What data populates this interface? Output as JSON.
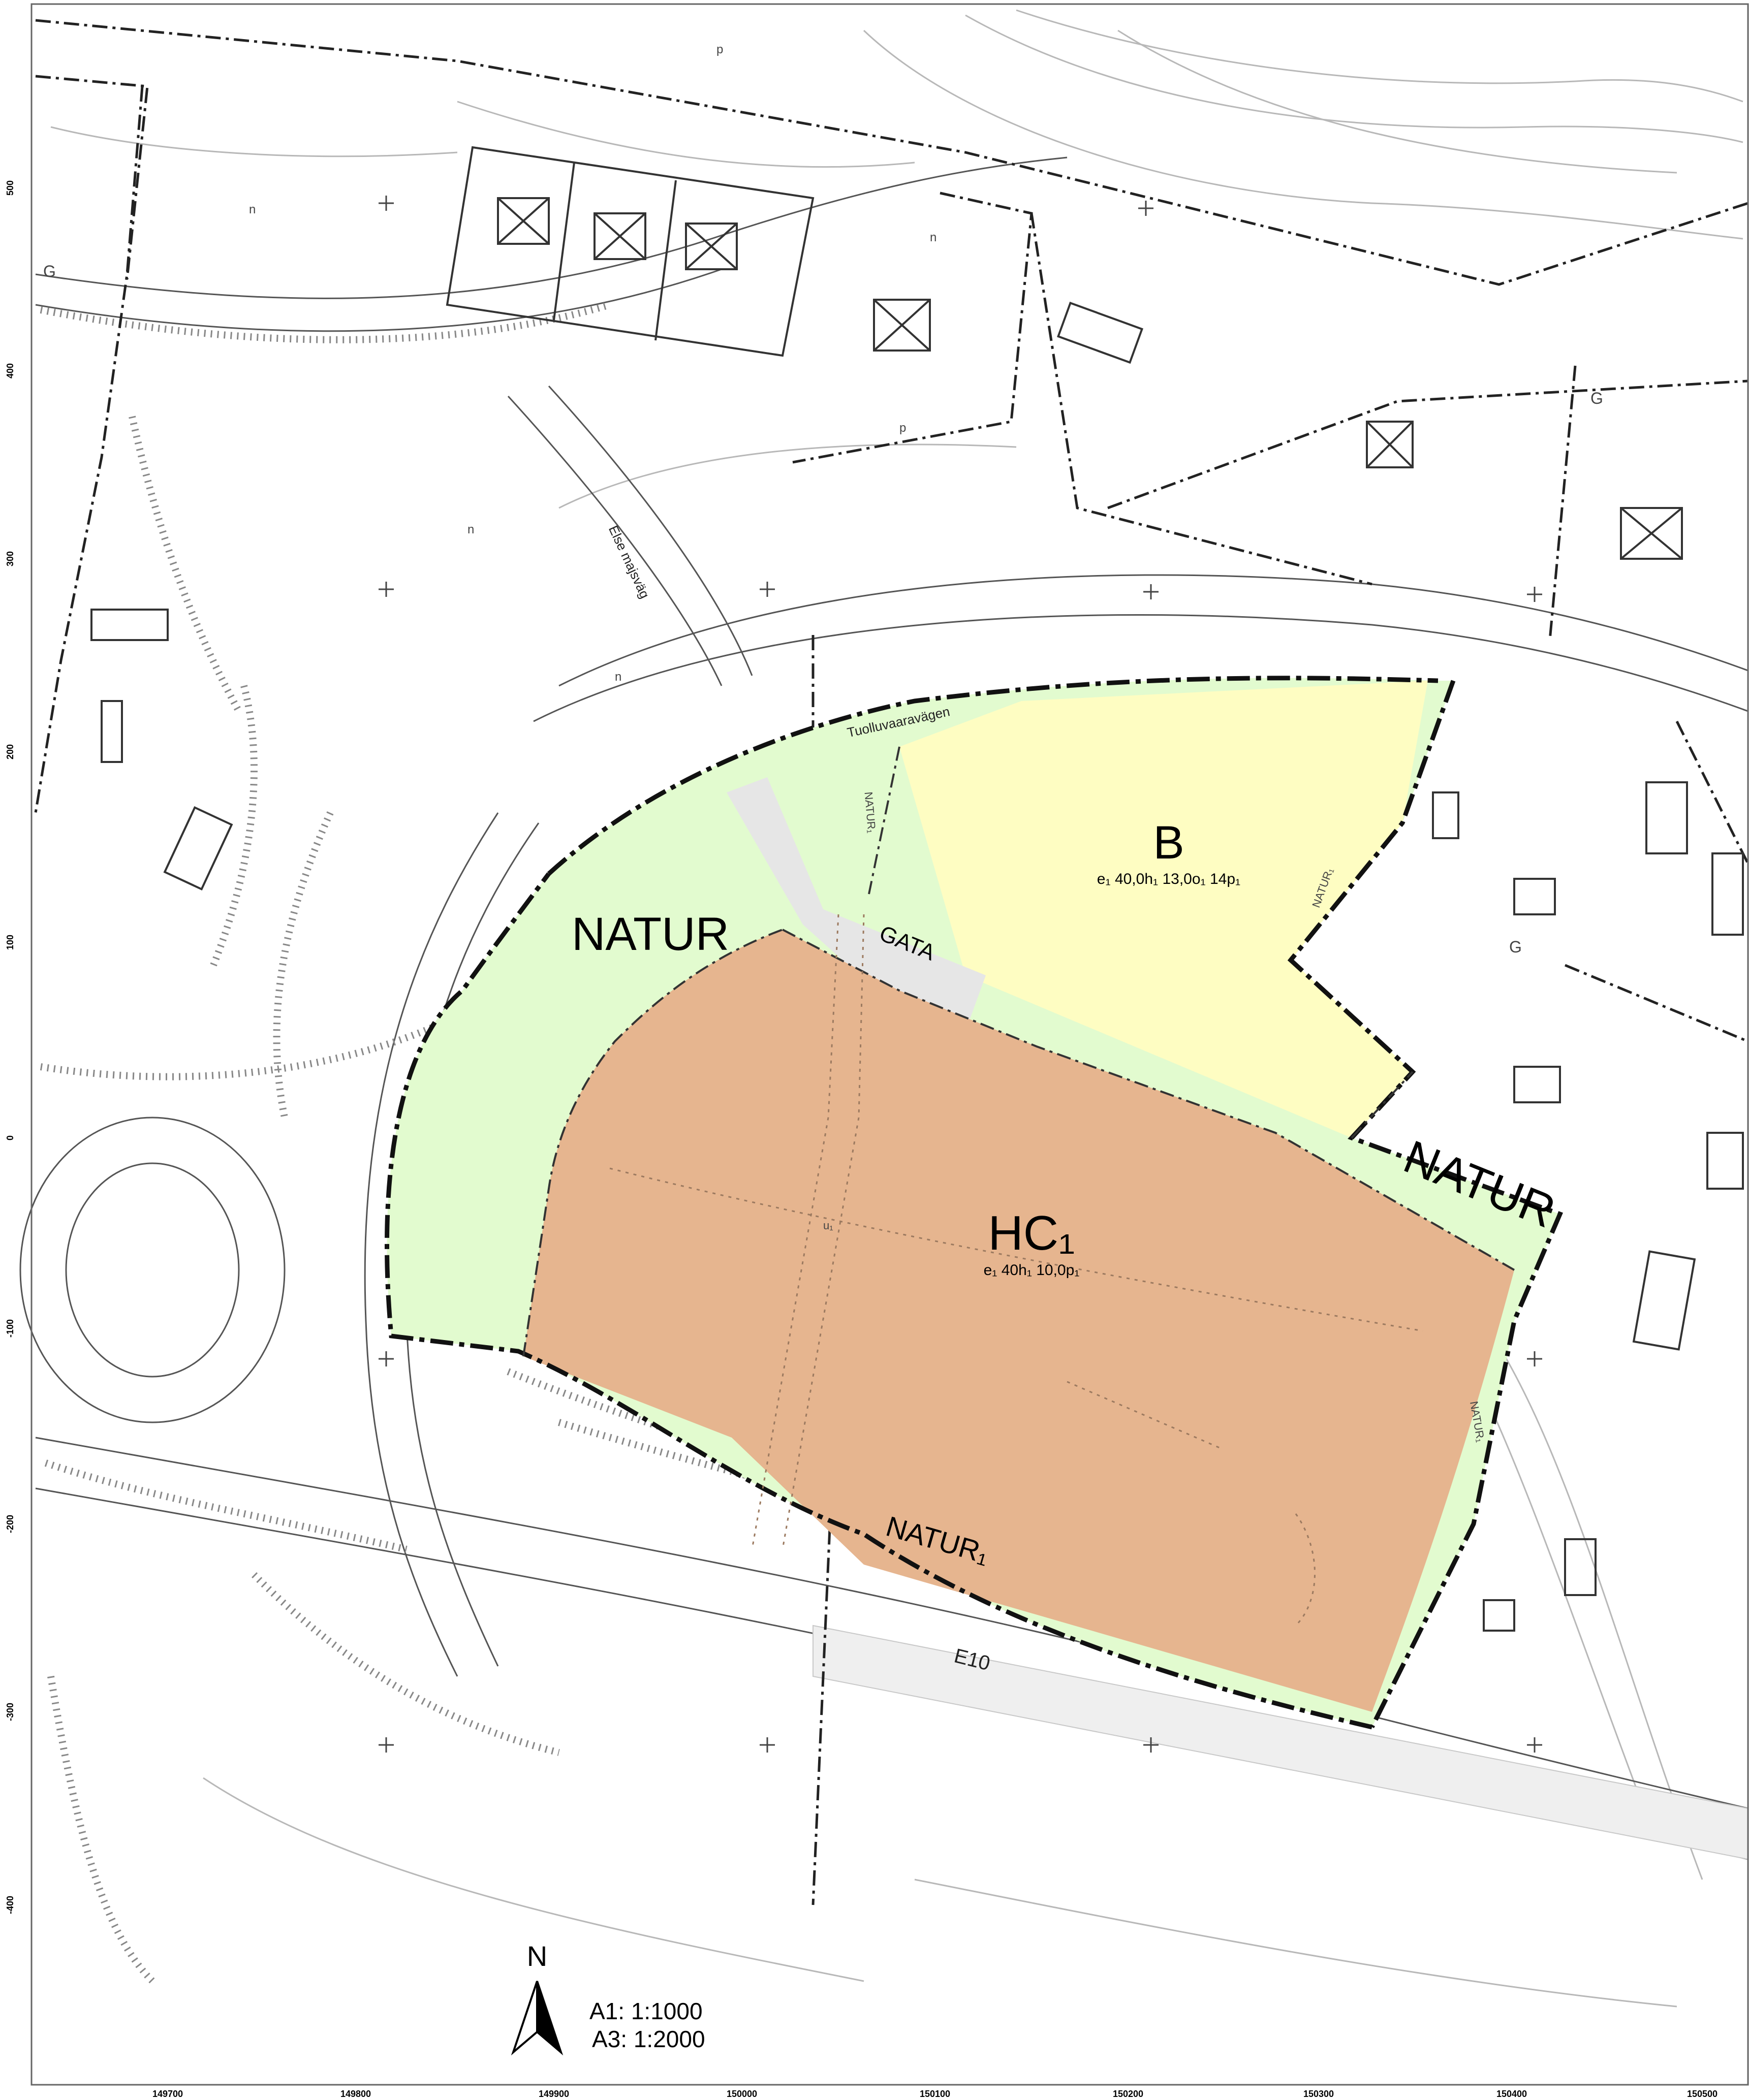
{
  "zones": {
    "b": {
      "label": "B",
      "attrs": "e₁ 40,0h₁ 13,0o₁ 14p₁",
      "color": "#fefdc2"
    },
    "hc": {
      "label": "HC₁",
      "attrs": "e₁ 40h₁ 10,0p₁",
      "color": "#e6b58f"
    },
    "gata": {
      "label": "GATA",
      "color": "#e6e6e6"
    },
    "natur": {
      "label": "NATUR",
      "color": "#e2fbcf"
    },
    "natur_east": {
      "label": "NATUR"
    },
    "natur_south": {
      "label": "NATUR₁"
    },
    "natur_small_1": {
      "label": "NATUR₁"
    },
    "natur_small_2": {
      "label": "NATUR₁"
    },
    "natur_small_3": {
      "label": "NATUR₁"
    }
  },
  "streets": {
    "e10": "E10",
    "tuolluvaara": "Tuolluvaaravägen",
    "else_majs": "Else majsväg"
  },
  "map_marks": {
    "g": "G",
    "n_symbol": "n",
    "p_symbol": "p",
    "u_symbol": "u₁"
  },
  "scale": {
    "north": "N",
    "a1": "A1: 1:1000",
    "a3": "A3: 1:2000"
  },
  "coords": {
    "x": [
      "149700",
      "149800",
      "149900",
      "150000",
      "150100",
      "150200",
      "150300",
      "150400",
      "150500"
    ],
    "y": [
      "500",
      "400",
      "300",
      "200",
      "100",
      "0",
      "-100",
      "-200",
      "-300",
      "-400"
    ]
  }
}
